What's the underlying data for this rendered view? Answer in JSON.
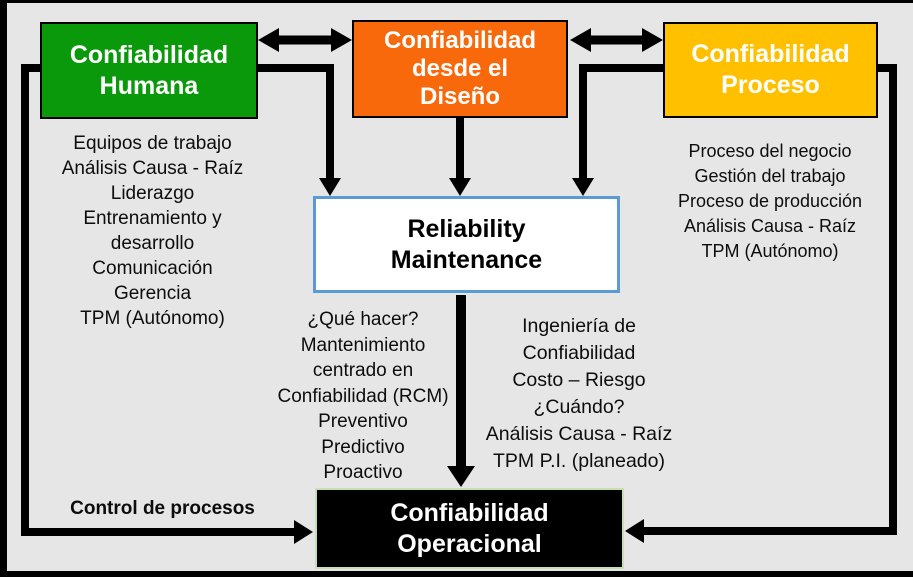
{
  "colors": {
    "background": "#e6e6e6",
    "frame": "#000000",
    "humana_fill": "#0a990a",
    "diseno_fill": "#f8690b",
    "proceso_fill": "#ffc000",
    "rm_fill": "#ffffff",
    "rm_border": "#5b9bd5",
    "operacional_fill": "#000000",
    "operacional_border": "#c6e0b4",
    "arrow": "#000000",
    "text": "#0d0d0d"
  },
  "boxes": {
    "humana": {
      "title": "Confiabilidad\nHumana",
      "items": [
        "Equipos de trabajo",
        "Análisis Causa - Raíz",
        "Liderazgo",
        "Entrenamiento y",
        "desarrollo",
        "Comunicación",
        "Gerencia",
        "TPM (Autónomo)"
      ]
    },
    "diseno": {
      "title": "Confiabilidad\ndesde el\nDiseño"
    },
    "proceso": {
      "title": "Confiabilidad\nProceso",
      "items": [
        "Proceso del negocio",
        "Gestión del trabajo",
        "Proceso de producción",
        "Análisis Causa - Raíz",
        "TPM (Autónomo)"
      ]
    },
    "rm": {
      "title": "Reliability\nMaintenance",
      "left_notes": [
        "¿Qué hacer?",
        "Mantenimiento",
        "centrado en",
        "Confiabilidad (RCM)",
        "Preventivo",
        "Predictivo",
        "Proactivo"
      ],
      "right_notes": [
        "Ingeniería de",
        "Confiabilidad",
        "Costo – Riesgo",
        "¿Cuándo?",
        "Análisis Causa - Raíz",
        "TPM P.I. (planeado)"
      ]
    },
    "operacional": {
      "title": "Confiabilidad\nOperacional"
    }
  },
  "labels": {
    "control": "Control de procesos"
  }
}
